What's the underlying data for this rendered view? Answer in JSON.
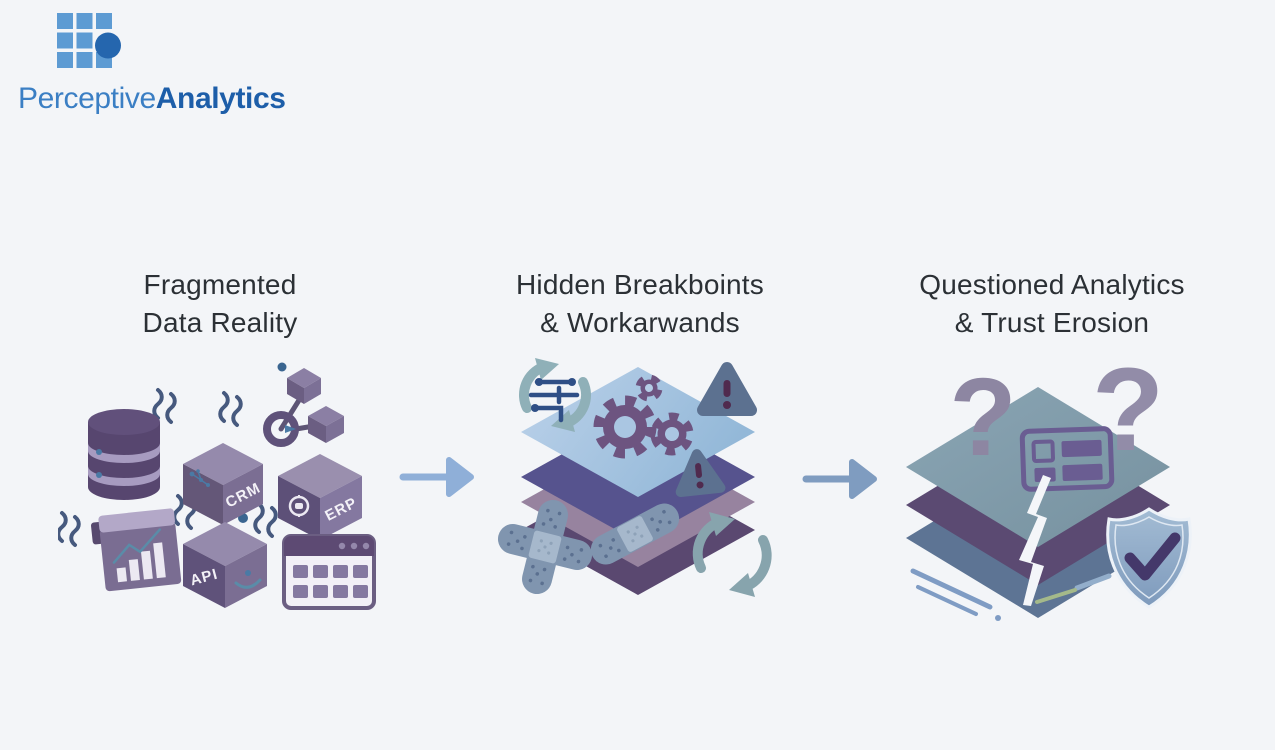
{
  "background_color": "#f3f5f8",
  "logo": {
    "name_regular": "Perceptive",
    "name_bold": "Analytics",
    "grid_color": "#5d9bd3",
    "dot_color": "#2566ae",
    "name_regular_color": "#3b7fc4",
    "name_bold_color": "#1d5ea9"
  },
  "panels": [
    {
      "id": "fragmented-data-reality",
      "heading_line1": "Fragmented",
      "heading_line2": "Data Reality",
      "labels": {
        "crm": "CRM",
        "erp": "ERP",
        "api": "API"
      },
      "icons": [
        "database-icon",
        "disconnect-squiggles",
        "network-nodes-icon",
        "crm-cube-icon",
        "erp-cube-icon",
        "bar-chart-icon",
        "api-cube-icon",
        "data-grid-window-icon"
      ]
    },
    {
      "id": "hidden-breakpoints-workarounds",
      "heading_line1": "Hidden Breakboints",
      "heading_line2": "& Workarwands",
      "icons": [
        "layer-stack",
        "gears-icon",
        "warning-triangle-icon",
        "refresh-cycle-icon",
        "sliders-icon",
        "bandage-cross-icon",
        "bandage-icon"
      ]
    },
    {
      "id": "questioned-analytics-trust-erosion",
      "heading_line1": "Questioned Analytics",
      "heading_line2": "& Trust Erosion",
      "question_mark": "?",
      "icons": [
        "layer-stack",
        "question-marks",
        "report-panel-icon",
        "crack-lightning-icon",
        "trust-shield-icon",
        "sketch-lines"
      ]
    }
  ],
  "arrows": [
    {
      "direction": "right",
      "color": "#8fafd8"
    },
    {
      "direction": "right",
      "color": "#7f9cc0"
    }
  ],
  "palette": {
    "heading_text": "#2b3035",
    "deep_purple": "#5a4870",
    "mid_purple": "#7b6e93",
    "light_purple": "#958aac",
    "indigo_layer": "#56538e",
    "mauve_layer": "#97839f",
    "slate_blue": "#5c7190",
    "teal_gray": "#8fb0b8",
    "light_blue_layer": "#aac6e2",
    "gray_teal_layer": "#7f99a9",
    "steel_blue_layer": "#5d7494",
    "bandage_blue": "#8095af",
    "accent_dot_blue": "#3a6590",
    "shield_check": "#44386a"
  }
}
